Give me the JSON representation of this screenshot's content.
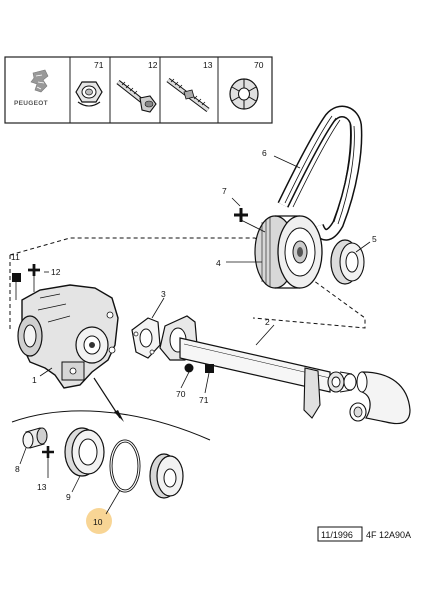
{
  "brand": "PEUGEOT",
  "header_refs": [
    "71",
    "12",
    "13",
    "70"
  ],
  "callouts": {
    "c1": "1",
    "c2": "2",
    "c3": "3",
    "c4": "4",
    "c5": "5",
    "c6": "6",
    "c7": "7",
    "c8": "8",
    "c9": "9",
    "c10": "10",
    "c11": "11",
    "c12": "12",
    "c13": "13",
    "c70": "70",
    "c71": "71"
  },
  "footer": {
    "date": "11/1996",
    "code": "4F 12A90A"
  },
  "highlight_color": "#f7d089"
}
